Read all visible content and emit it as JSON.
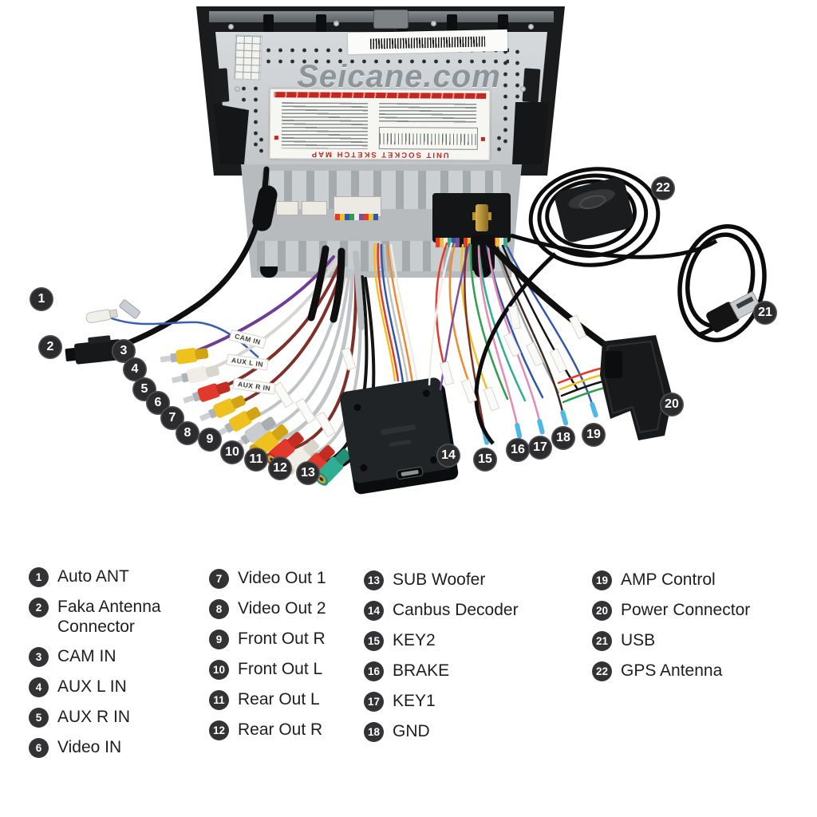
{
  "scene": {
    "brand_text": "Seicane.com",
    "sticker_title": "UNIT SOCKET SKETCH MAP",
    "wire_labels": {
      "cam_in": "CAM IN",
      "aux_l": "AUX L IN",
      "aux_r": "AUX R IN"
    }
  },
  "palette": {
    "rca_yellow": "#efc11f",
    "rca_white": "#efede5",
    "rca_red": "#e13a2c",
    "rca_green": "#2fae92",
    "sticker_red": "#c4271f",
    "chassis_silver": "#c9cdd0"
  },
  "callouts": [
    {
      "n": "1"
    },
    {
      "n": "2"
    },
    {
      "n": "3"
    },
    {
      "n": "4"
    },
    {
      "n": "5"
    },
    {
      "n": "6"
    },
    {
      "n": "7"
    },
    {
      "n": "8"
    },
    {
      "n": "9"
    },
    {
      "n": "10"
    },
    {
      "n": "11"
    },
    {
      "n": "12"
    },
    {
      "n": "13"
    },
    {
      "n": "14"
    },
    {
      "n": "15"
    },
    {
      "n": "16"
    },
    {
      "n": "17"
    },
    {
      "n": "18"
    },
    {
      "n": "19"
    },
    {
      "n": "20"
    },
    {
      "n": "21"
    },
    {
      "n": "22"
    }
  ],
  "legend": {
    "columns": [
      {
        "items": [
          {
            "num": "1",
            "label": "Auto ANT"
          },
          {
            "num": "2",
            "label": "Faka Antenna Connector"
          },
          {
            "num": "3",
            "label": "CAM IN"
          },
          {
            "num": "4",
            "label": "AUX L IN"
          },
          {
            "num": "5",
            "label": "AUX R IN"
          },
          {
            "num": "6",
            "label": "Video IN"
          }
        ]
      },
      {
        "items": [
          {
            "num": "7",
            "label": "Video Out 1"
          },
          {
            "num": "8",
            "label": "Video Out 2"
          },
          {
            "num": "9",
            "label": "Front Out R"
          },
          {
            "num": "10",
            "label": "Front Out L"
          },
          {
            "num": "11",
            "label": "Rear Out L"
          },
          {
            "num": "12",
            "label": "Rear Out R"
          }
        ]
      },
      {
        "items": [
          {
            "num": "13",
            "label": "SUB Woofer"
          },
          {
            "num": "14",
            "label": "Canbus Decoder"
          },
          {
            "num": "15",
            "label": "KEY2"
          },
          {
            "num": "16",
            "label": "BRAKE"
          },
          {
            "num": "17",
            "label": "KEY1"
          },
          {
            "num": "18",
            "label": "GND"
          }
        ]
      },
      {
        "items": [
          {
            "num": "19",
            "label": "AMP Control"
          },
          {
            "num": "20",
            "label": "Power Connector"
          },
          {
            "num": "21",
            "label": "USB"
          },
          {
            "num": "22",
            "label": "GPS Antenna"
          }
        ]
      }
    ]
  }
}
